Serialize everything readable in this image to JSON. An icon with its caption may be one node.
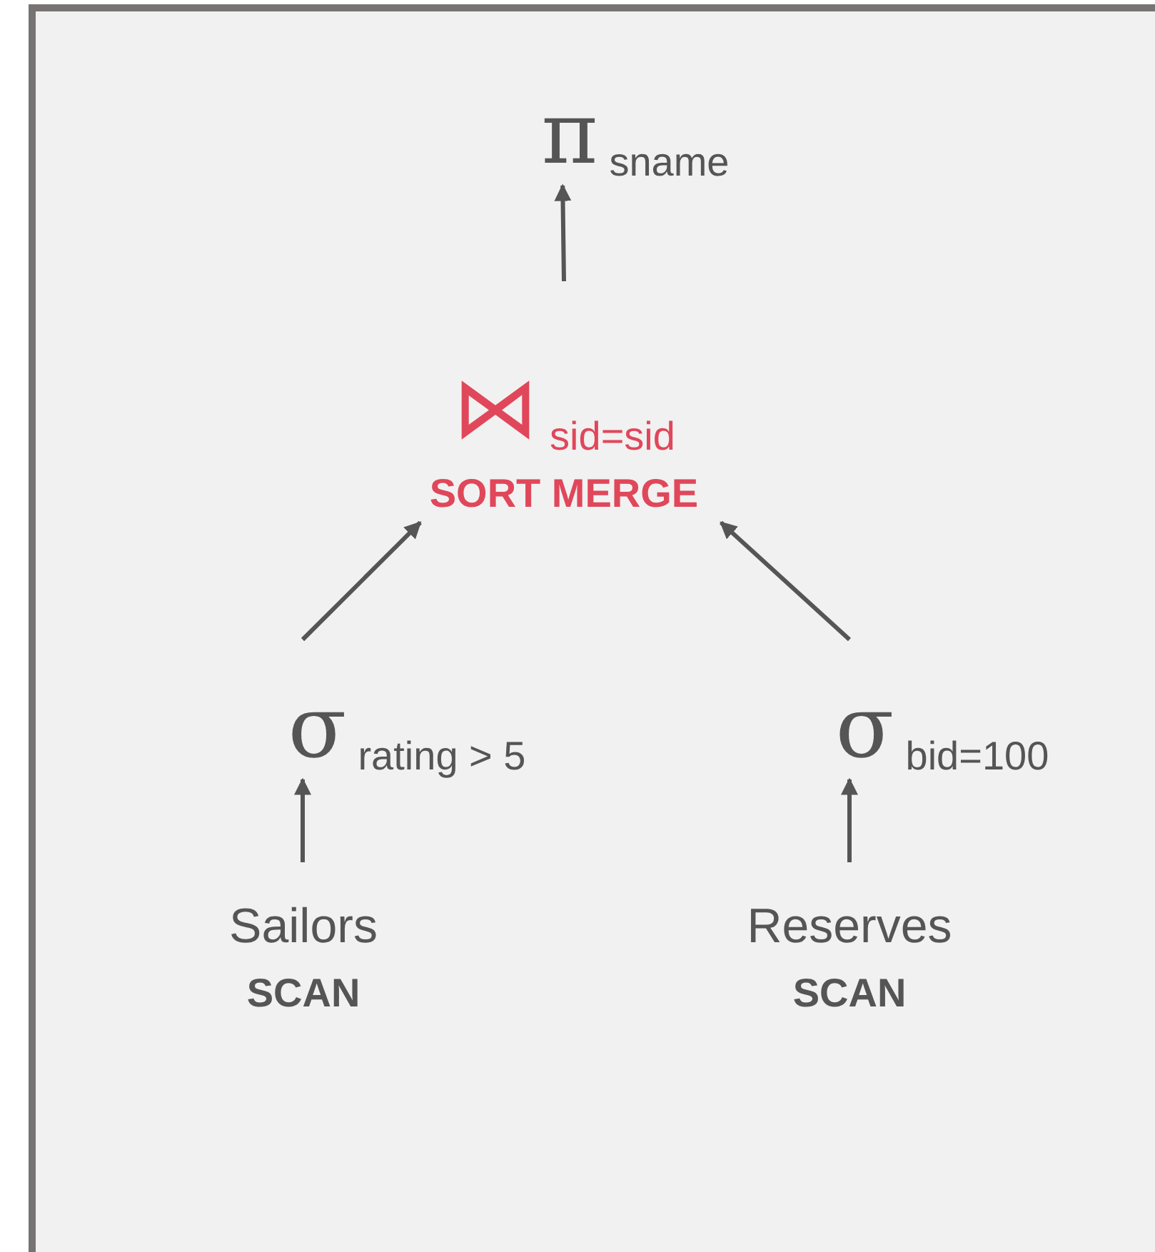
{
  "diagram": {
    "nodes": [
      {
        "text": [
          "π",
          "sname"
        ]
      },
      {
        "text": [
          "⋈",
          "sid=sid",
          "SORT MERGE"
        ]
      },
      {
        "text": [
          "σ",
          "rating > 5"
        ]
      },
      {
        "text": [
          "σ",
          "bid=100"
        ]
      },
      {
        "text": [
          "Sailors",
          "SCAN"
        ]
      },
      {
        "text": [
          "Reserves",
          "SCAN"
        ]
      }
    ],
    "edges": [
      {
        "from": 1,
        "to": 0,
        "arrow": "to"
      },
      {
        "from": 2,
        "to": 1,
        "arrow": "to"
      },
      {
        "from": 3,
        "to": 1,
        "arrow": "to"
      },
      {
        "from": 4,
        "to": 2,
        "arrow": "to"
      },
      {
        "from": 5,
        "to": 3,
        "arrow": "to"
      }
    ]
  }
}
